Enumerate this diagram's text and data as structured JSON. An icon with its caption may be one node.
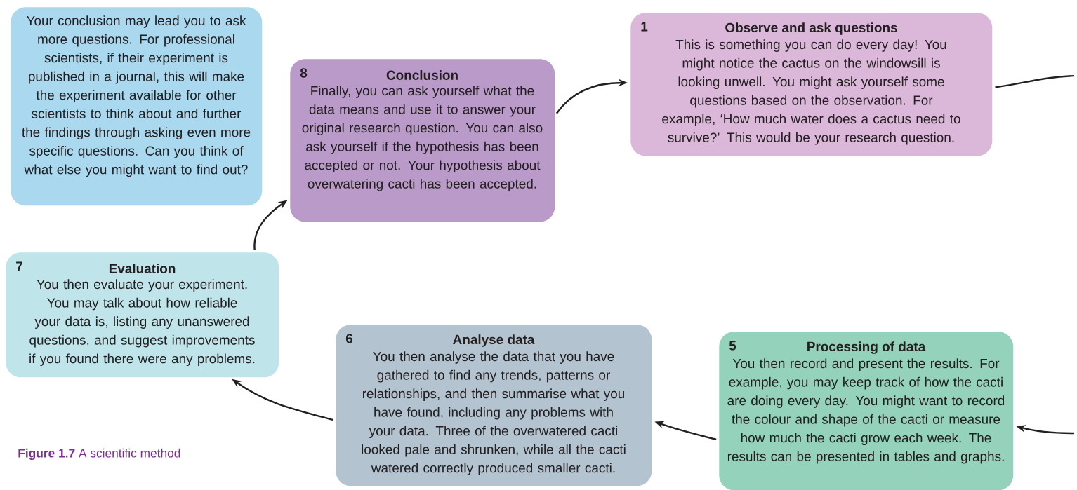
{
  "diagram": {
    "caption": "**Figure 1.7** A scientific method",
    "nodes": [
      {
        "text": [
          "Your conclusion may lead you to ask more questions. For professional scientists, if their experiment is published in a journal, this will make the experiment available for other scientists to think about and further the findings through asking even more specific questions. Can you think of what else you might want to find out?"
        ]
      },
      {
        "text": [
          "8",
          "Conclusion",
          "Finally, you can ask yourself what the data means and use it to answer your original research question. You can also ask yourself if the hypothesis has been accepted or not. Your hypothesis about overwatering cacti has been accepted."
        ]
      },
      {
        "text": [
          "1",
          "Observe and ask questions",
          "This is something you can do every day! You might notice the cactus on the windowsill is looking unwell. You might ask yourself some questions based on the observation. For example, ‘How much water does a cactus need to survive?’ This would be your research question."
        ]
      },
      {
        "text": [
          "7",
          "Evaluation",
          "You then evaluate your experiment. You may talk about how reliable your data is, listing any unanswered questions, and suggest improvements if you found there were any problems."
        ]
      },
      {
        "text": [
          "6",
          "Analyse data",
          "You then analyse the data that you have gathered to find any trends, patterns or relationships, and then summarise what you have found, including any problems with your data. Three of the overwatered cacti looked pale and shrunken, while all the cacti watered correctly produced smaller cacti."
        ]
      },
      {
        "text": [
          "5",
          "Processing of data",
          "You then record and present the results. For example, you may keep track of how the cacti are doing every day. You might want to record the colour and shape of the cacti or measure how much the cacti grow each week. The results can be presented in tables and graphs."
        ]
      }
    ],
    "edges": [
      {
        "from": 1,
        "to": 2,
        "arrow": "to"
      },
      {
        "from": 3,
        "to": 1,
        "arrow": "to"
      },
      {
        "from": 4,
        "to": 3,
        "arrow": "to"
      },
      {
        "from": 5,
        "to": 4,
        "arrow": "to"
      },
      {
        "from": 2,
        "to": null,
        "arrow": "none"
      },
      {
        "from": null,
        "to": 5,
        "arrow": "to"
      }
    ]
  }
}
